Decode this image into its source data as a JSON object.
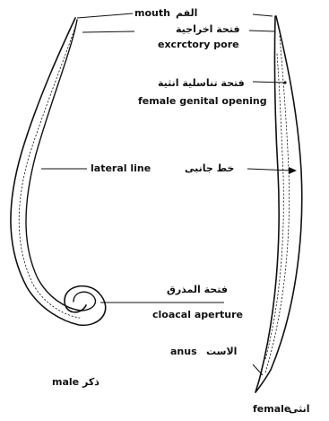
{
  "labels": {
    "mouth_en": "mouth",
    "mouth_ar": "الفم",
    "excretory_pore_ar": "فتحة اخراجية",
    "excretory_pore_en": "excrctory pore",
    "female_genital_opening_ar": "فتحة تناسلية انثية",
    "female_genital_opening_en": "female genital opening",
    "lateral_line_en": "lateral line",
    "lateral_line_ar": "خط جانبى",
    "cloacal_aperture_ar": "فتحة المذرق",
    "cloacal_aperture_en": "cloacal aperture",
    "anus_en": "anus",
    "anus_ar": "الاست",
    "male_en": "male",
    "male_ar": "ذكر",
    "female_ar": "انثى",
    "female_en": "female"
  },
  "colors": {
    "ink": "#111111",
    "background": "#ffffff"
  }
}
